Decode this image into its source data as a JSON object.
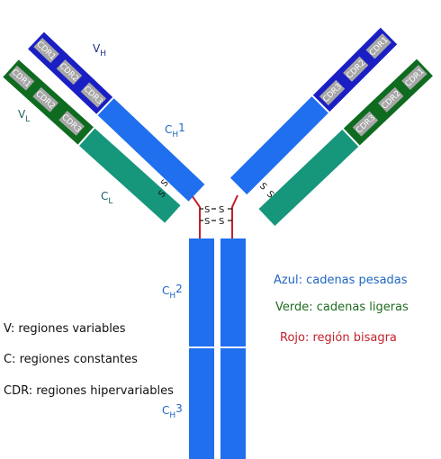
{
  "diagram": {
    "labels": {
      "vh": {
        "main": "V",
        "sub": "H"
      },
      "vl": {
        "main": "V",
        "sub": "L"
      },
      "ch1": {
        "main": "C",
        "sub": "H",
        "suffix": "1"
      },
      "cl": {
        "main": "C",
        "sub": "L"
      },
      "ch2": {
        "main": "C",
        "sub": "H",
        "suffix": "2"
      },
      "ch3": {
        "main": "C",
        "sub": "H",
        "suffix": "3"
      }
    },
    "cdr": [
      "CDR1",
      "CDR2",
      "CDR3"
    ],
    "disulfide": "S",
    "legend": {
      "azul": "Azul: cadenas pesadas",
      "verde": "Verde: cadenas ligeras",
      "rojo": "Rojo: región bisagra"
    },
    "notes": {
      "v": "V: regiones variables",
      "c": "C: regiones constantes",
      "cdr": "CDR: regiones hipervariables"
    }
  },
  "colors": {
    "heavy_variable": "#1a1fc4",
    "heavy_constant": "#1f6fef",
    "light_variable": "#0e6b1f",
    "light_constant": "#16967a",
    "cdr_box": "#a7a7a7",
    "hinge": "#c4202a",
    "legend_blue": "#1f66c2",
    "legend_green": "#1f6b1f",
    "legend_red": "#c4202a"
  }
}
